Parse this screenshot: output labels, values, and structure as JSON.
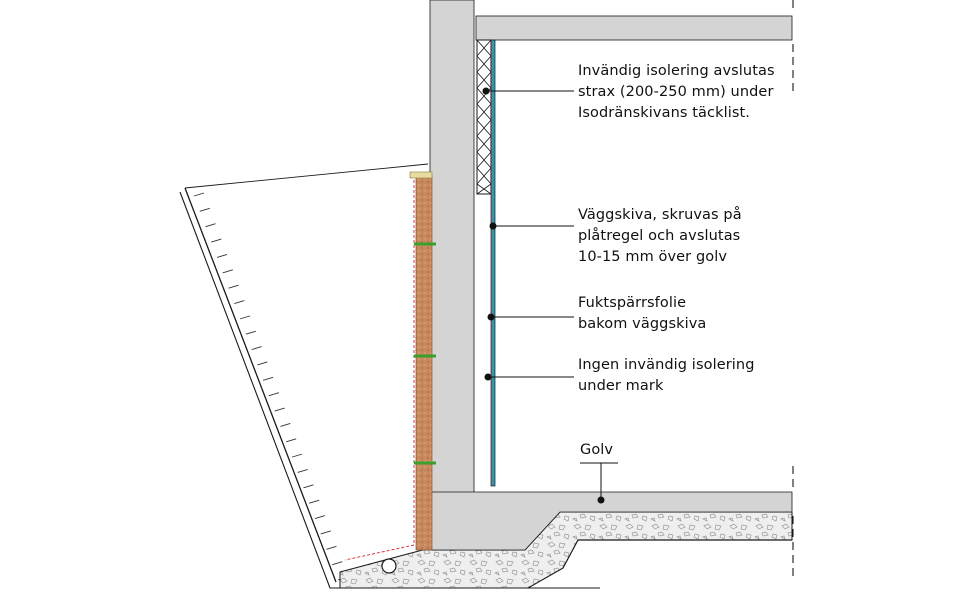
{
  "annotations": {
    "interior_insulation": "Invändig isolering avslutas\nstrax (200-250 mm) under\nIsodränskivans täcklist.",
    "wall_board": "Väggskiva, skruvas på\nplåtregel och avslutas\n10-15 mm över golv",
    "vapor_barrier": "Fuktspärrsfolie\nbakom väggskiva",
    "no_insulation": "Ingen invändig isolering\nunder mark",
    "floor": "Golv"
  },
  "colors": {
    "concrete": "#d4d4d4",
    "insulation_board": "#c8895e",
    "fastener": "#3aa02c",
    "membrane": "#d42a2a",
    "wall_board": "#3f93a8",
    "gravel": "#efefef",
    "line": "#1a1a1a"
  }
}
